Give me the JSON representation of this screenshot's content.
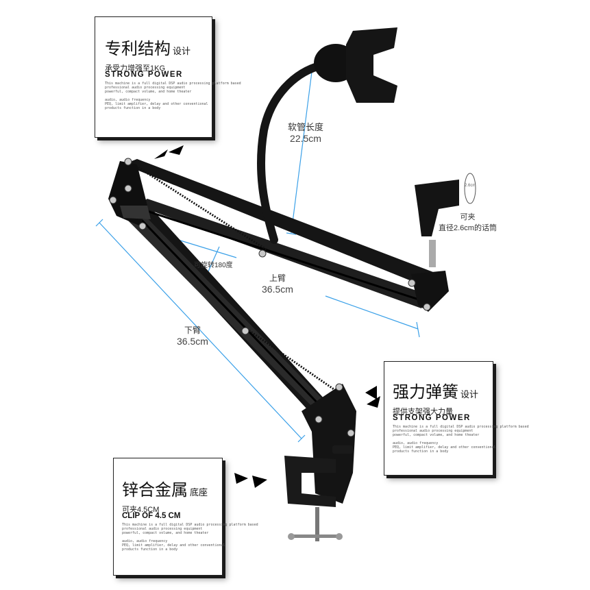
{
  "boxes": {
    "patent": {
      "title": "专利结构",
      "title_suffix": "设计",
      "subtitle": "承受力增强至1KG",
      "strong": "STRONG POWER",
      "fine1": "This machine is a full digital DSP audio processing platform based\nprofessional audio processing equipment\npowerful, compact volume, and home theater",
      "fine2": "audio, audio frequency\nPEQ, limit amplifier, delay and other conventional\nproducts function in a body"
    },
    "spring": {
      "title": "强力弹簧",
      "title_suffix": "设计",
      "subtitle": "提供支架强大力量",
      "strong": "STRONG POWER",
      "fine1": "This machine is a full digital DSP audio processing platform based\nprofessional audio processing equipment\npowerful, compact volume, and home theater",
      "fine2": "audio, audio frequency\nPEQ, limit amplifier, delay and other conventional\nproducts function in a body"
    },
    "base": {
      "title": "锌合金属",
      "title_suffix": "底座",
      "subtitle": "可夹4.5CM",
      "strong": "CLIP OF 4.5 CM",
      "fine1": "This machine is a full digital DSP audio processing platform based\nprofessional audio processing equipment\npowerful, compact volume, and home theater",
      "fine2": "audio, audio frequency\nPEQ, limit amplifier, delay and other conventional\nproducts function in a body"
    }
  },
  "labels": {
    "hose_name": "软管长度",
    "hose_len": "22.5cm",
    "clip_name": "可夹",
    "clip_desc": "直径2.6cm的话筒",
    "clip_dim": "2.6cm",
    "rotate": "可旋转180度",
    "upper_name": "上臂",
    "upper_len": "36.5cm",
    "lower_name": "下臂",
    "lower_len": "36.5cm"
  },
  "colors": {
    "metal": "#151515",
    "dimension_line": "#3aa0e8",
    "screw": "#c9c9c9"
  }
}
